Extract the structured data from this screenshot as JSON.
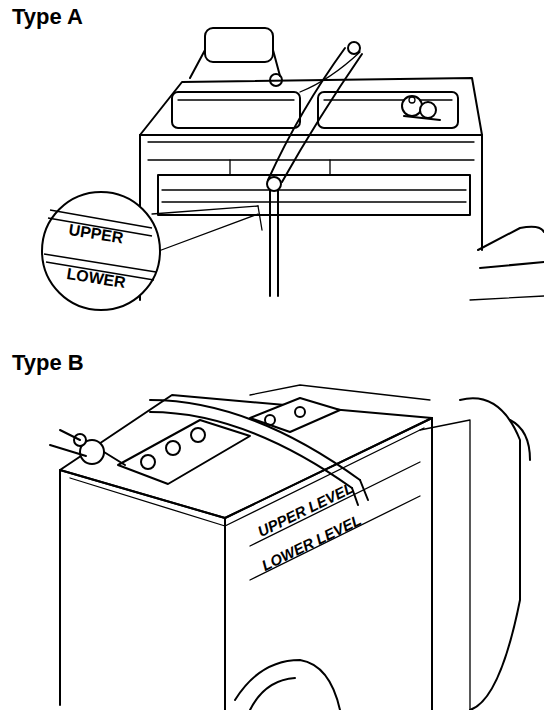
{
  "diagram": {
    "nodes": [
      {
        "text": [
          "UPPER",
          "LOWER"
        ]
      }
    ],
    "labels": [
      "Type A",
      "Type B",
      "UPPER LEVEL",
      "LOWER LEVEL"
    ]
  }
}
